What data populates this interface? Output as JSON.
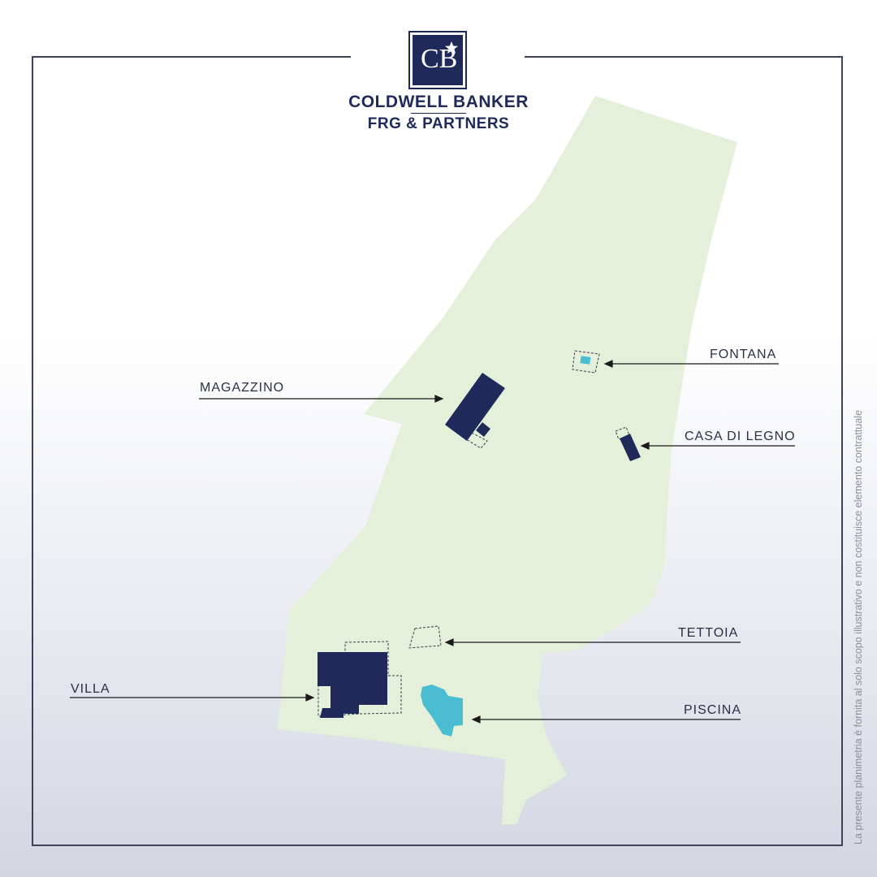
{
  "brand": {
    "logo_text": "CB",
    "name_line1": "COLDWELL BANKER",
    "name_line2": "FRG & PARTNERS"
  },
  "labels": {
    "fontana": "FONTANA",
    "magazzino": "MAGAZZINO",
    "casa_di_legno": "CASA DI LEGNO",
    "tettoia": "TETTOIA",
    "villa": "VILLA",
    "piscina": "PISCINA"
  },
  "disclaimer": "La presente planimetria è fornita al solo scopo illustrativo e non costituisce elemento contrattuale",
  "colors": {
    "land": "#e5f0da",
    "building": "#1f2a5a",
    "water": "#4bbdd3",
    "line": "#1a1a1a",
    "frame": "#3d4258"
  },
  "icons": {
    "logo": "cb-star-logo-icon"
  }
}
